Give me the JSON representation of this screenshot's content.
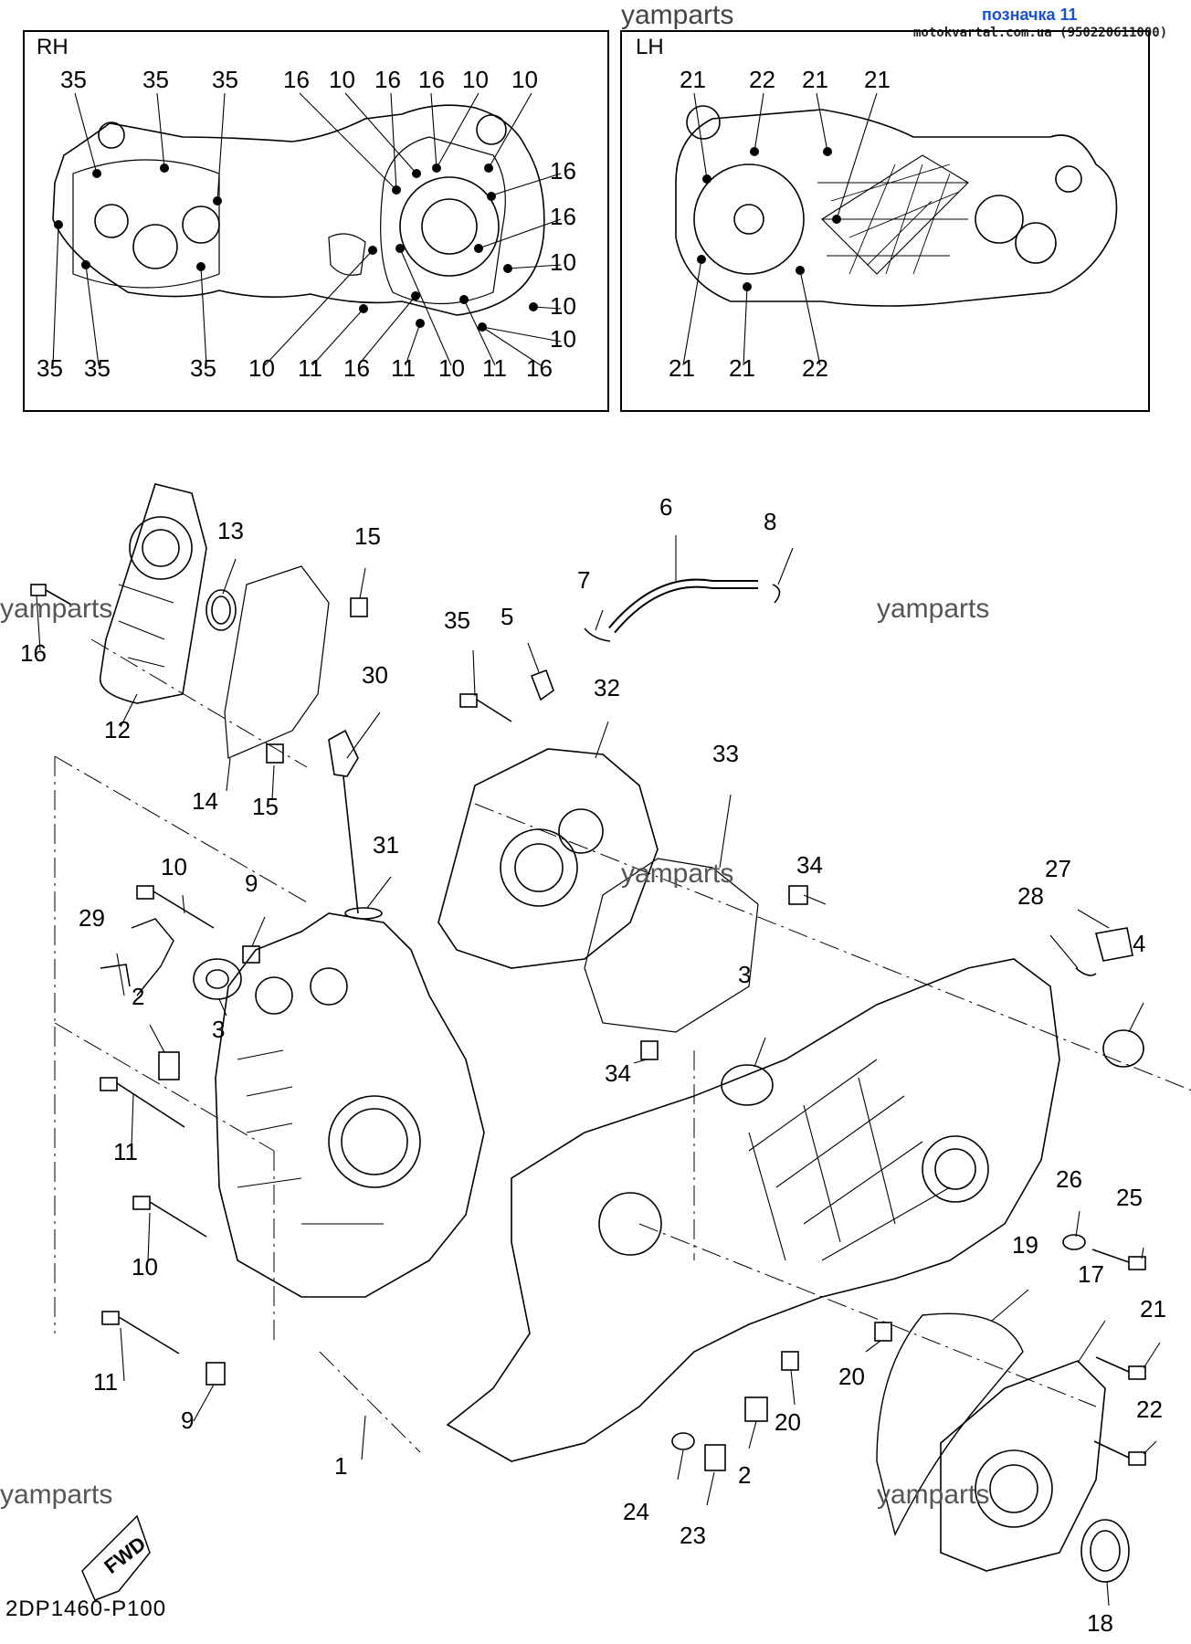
{
  "header": {
    "brand": "yamparts",
    "badge": "позначка 11",
    "site": "motokvartal.com.ua (950220611000)"
  },
  "insets": {
    "rh": {
      "title": "RH",
      "labels": [
        "35",
        "35",
        "35",
        "16",
        "10",
        "16",
        "16",
        "10",
        "10",
        "16",
        "16",
        "10",
        "10",
        "10",
        "35",
        "35",
        "35",
        "10",
        "11",
        "16",
        "11",
        "10",
        "11",
        "16"
      ]
    },
    "lh": {
      "title": "LH",
      "labels": [
        "21",
        "22",
        "21",
        "21",
        "21",
        "21",
        "22"
      ]
    }
  },
  "watermarks": [
    "yamparts",
    "yamparts",
    "yamparts",
    "yamparts",
    "yamparts"
  ],
  "callouts": [
    "13",
    "15",
    "16",
    "12",
    "14",
    "15",
    "30",
    "31",
    "10",
    "9",
    "29",
    "3",
    "2",
    "11",
    "10",
    "11",
    "9",
    "1",
    "35",
    "5",
    "7",
    "6",
    "8",
    "32",
    "33",
    "34",
    "34",
    "3",
    "27",
    "28",
    "4",
    "26",
    "25",
    "19",
    "17",
    "21",
    "22",
    "20",
    "20",
    "2",
    "24",
    "23",
    "18"
  ],
  "fwd_label": "FWD",
  "part_code": "2DP1460-P100"
}
